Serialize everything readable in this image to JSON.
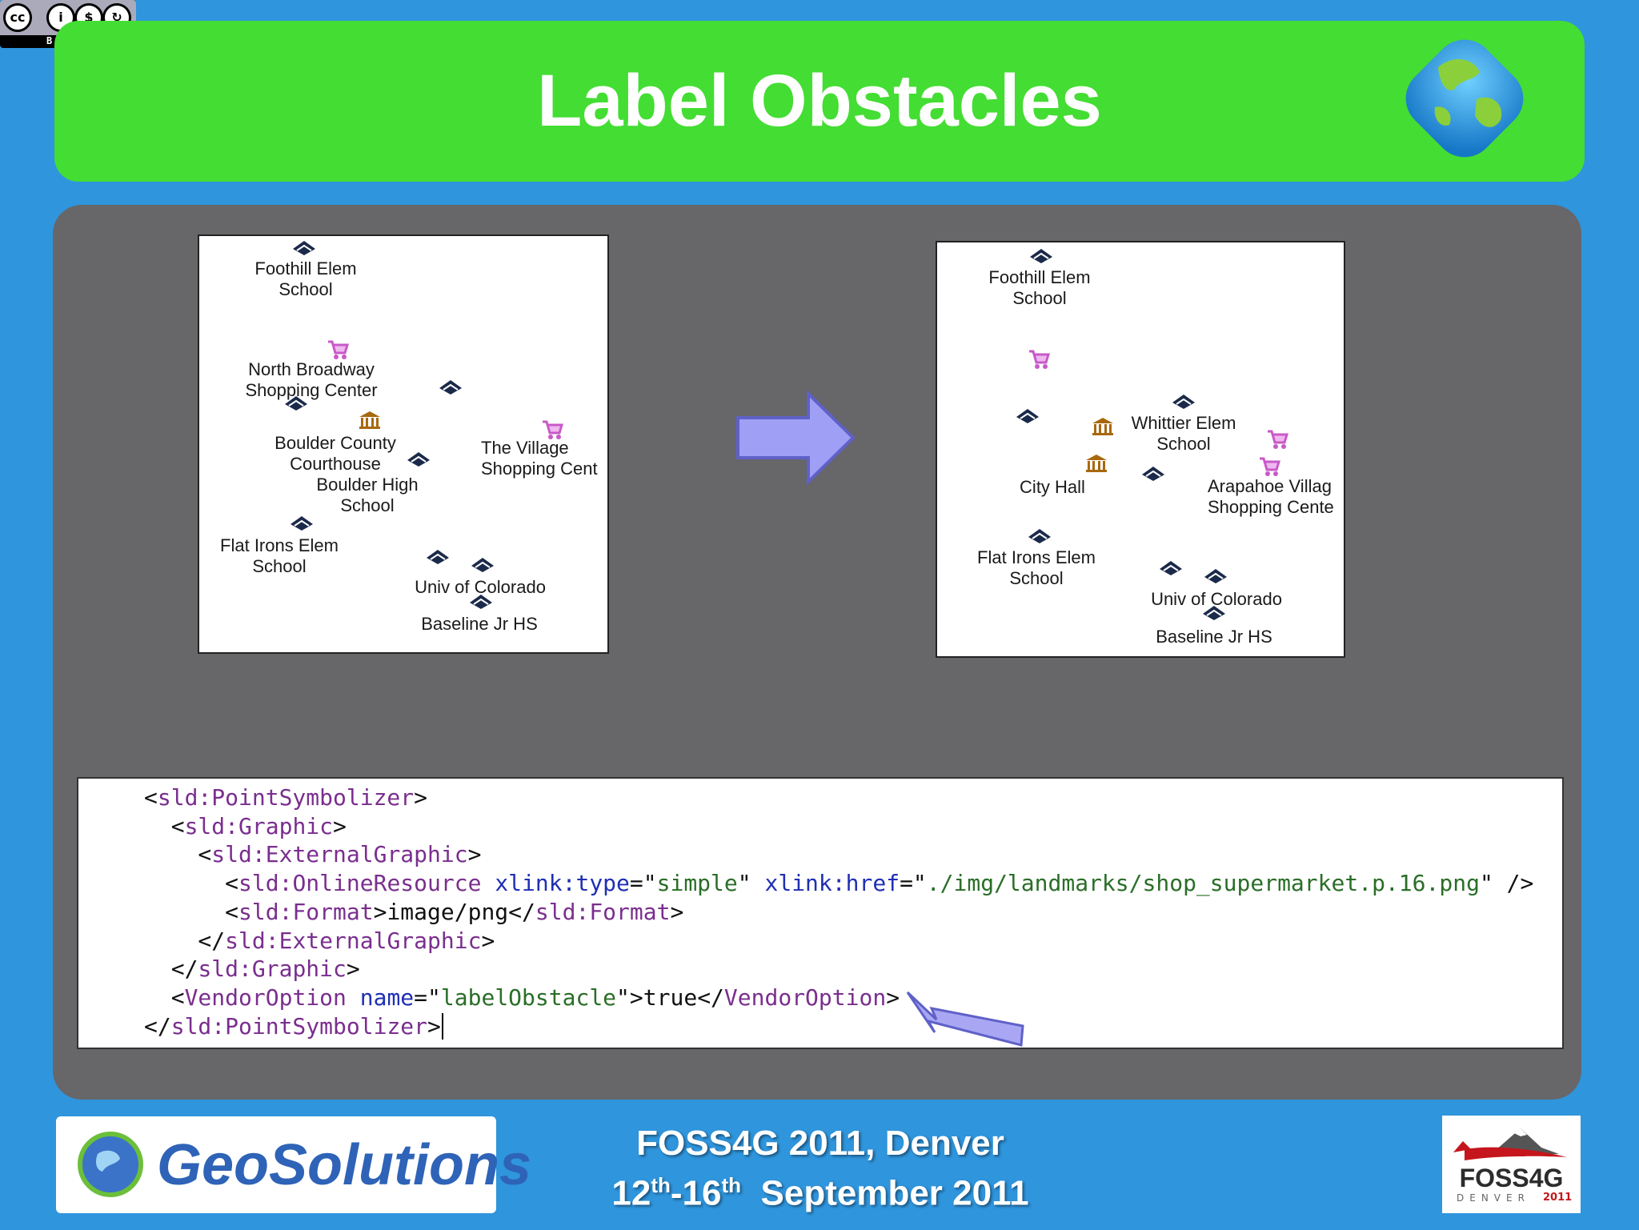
{
  "header": {
    "title": "Label Obstacles",
    "cc_badge_labels": [
      "BY",
      "NC",
      "SA"
    ]
  },
  "map_before": {
    "labels": [
      "Foothill Elem\nSchool",
      "North Broadway\nShopping Center",
      "Boulder County\nCourthouse",
      "Boulder High\nSchool",
      "The Village\nShopping Cent",
      "Flat Irons Elem\nSchool",
      "Univ of Colorado",
      "Baseline Jr HS"
    ]
  },
  "map_after": {
    "labels": [
      "Foothill Elem\nSchool",
      "Whittier Elem\nSchool",
      "City Hall",
      "Arapahoe Villag\nShopping Cente",
      "Flat Irons Elem\nSchool",
      "Univ of Colorado",
      "Baseline Jr HS"
    ]
  },
  "code": {
    "lines": [
      "<sld:PointSymbolizer>",
      "  <sld:Graphic>",
      "    <sld:ExternalGraphic>",
      "      <sld:OnlineResource xlink:type=\"simple\" xlink:href=\"./img/landmarks/shop_supermarket.p.16.png\" />",
      "      <sld:Format>image/png</sld:Format>",
      "    </sld:ExternalGraphic>",
      "  </sld:Graphic>",
      "  <VendorOption name=\"labelObstacle\">true</VendorOption>",
      "</sld:PointSymbolizer>"
    ]
  },
  "footer": {
    "company": "GeoSolutions",
    "event_line1": "FOSS4G  2011, Denver",
    "date_start": "12",
    "date_start_suffix": "th",
    "date_end": "-16",
    "date_end_suffix": "th",
    "date_month": "  September 2011",
    "logo_name": "FOSS4G",
    "logo_city": "DENVER",
    "logo_year": "2011"
  },
  "icons": {
    "school": "school-icon",
    "shopping": "shopping-cart-icon",
    "government": "government-building-icon"
  },
  "colors": {
    "background": "#2f95dd",
    "title_band": "#44dd33",
    "panel": "#676669",
    "arrow": "#9f9ff5"
  }
}
